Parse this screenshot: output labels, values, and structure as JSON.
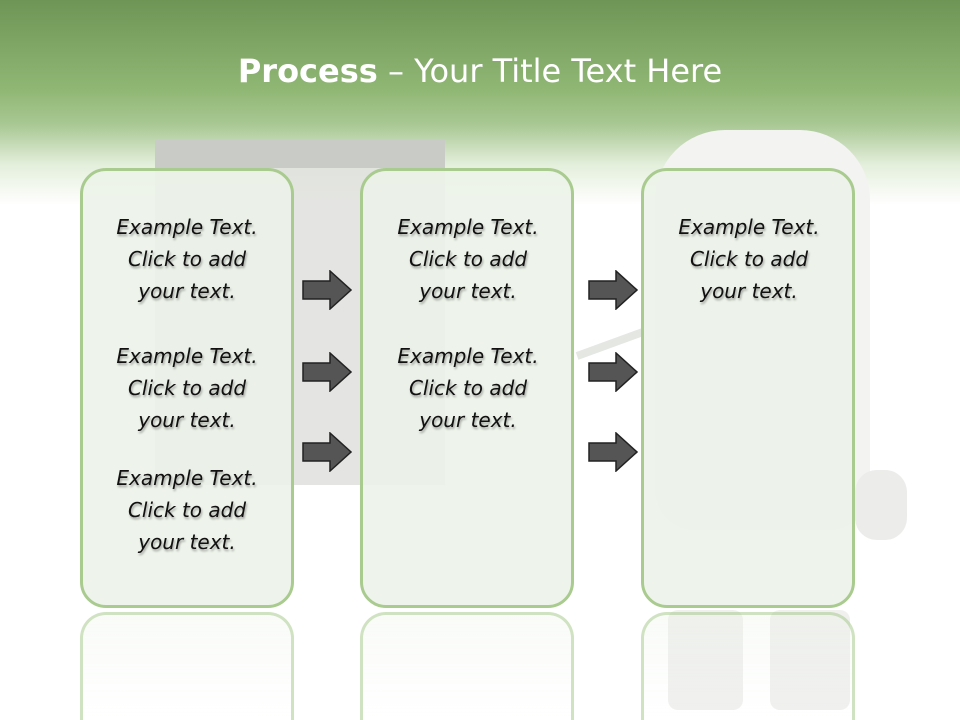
{
  "title": {
    "bold": "Process",
    "rest": "  – Your Title Text Here"
  },
  "boxes": [
    {
      "items": [
        "Example Text.\nClick  to add\nyour text.",
        "Example Text.\nClick  to add\nyour text.",
        "Example Text.\nClick  to add\nyour text."
      ]
    },
    {
      "items": [
        "Example Text.\nClick  to add\nyour text.",
        "Example Text.\nClick  to add\nyour text."
      ]
    },
    {
      "items": [
        "Example Text.\nClick  to add\nyour text."
      ]
    }
  ],
  "colors": {
    "header_green": "#6f9556",
    "box_border": "#a9cb8f",
    "arrow_fill": "#555555"
  }
}
